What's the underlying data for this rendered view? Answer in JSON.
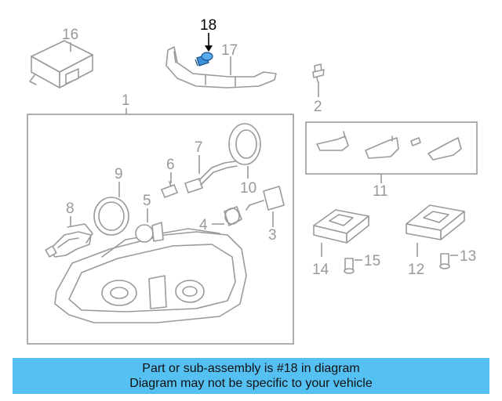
{
  "diagram": {
    "callouts": {
      "c1": "1",
      "c2": "2",
      "c3": "3",
      "c4": "4",
      "c5": "5",
      "c6": "6",
      "c7": "7",
      "c8": "8",
      "c9": "9",
      "c10": "10",
      "c11": "11",
      "c12": "12",
      "c13": "13",
      "c14": "14",
      "c15": "15",
      "c16": "16",
      "c17": "17",
      "c18": "18"
    },
    "highlighted_part": "18",
    "colors": {
      "line_gray": "#9a9a9a",
      "highlight_blue": "#3b8fd6",
      "banner_blue": "#55c1f2"
    }
  },
  "banner": {
    "line1": "Part or sub-assembly is #18 in diagram",
    "line2": "Diagram may not be specific to your vehicle"
  }
}
